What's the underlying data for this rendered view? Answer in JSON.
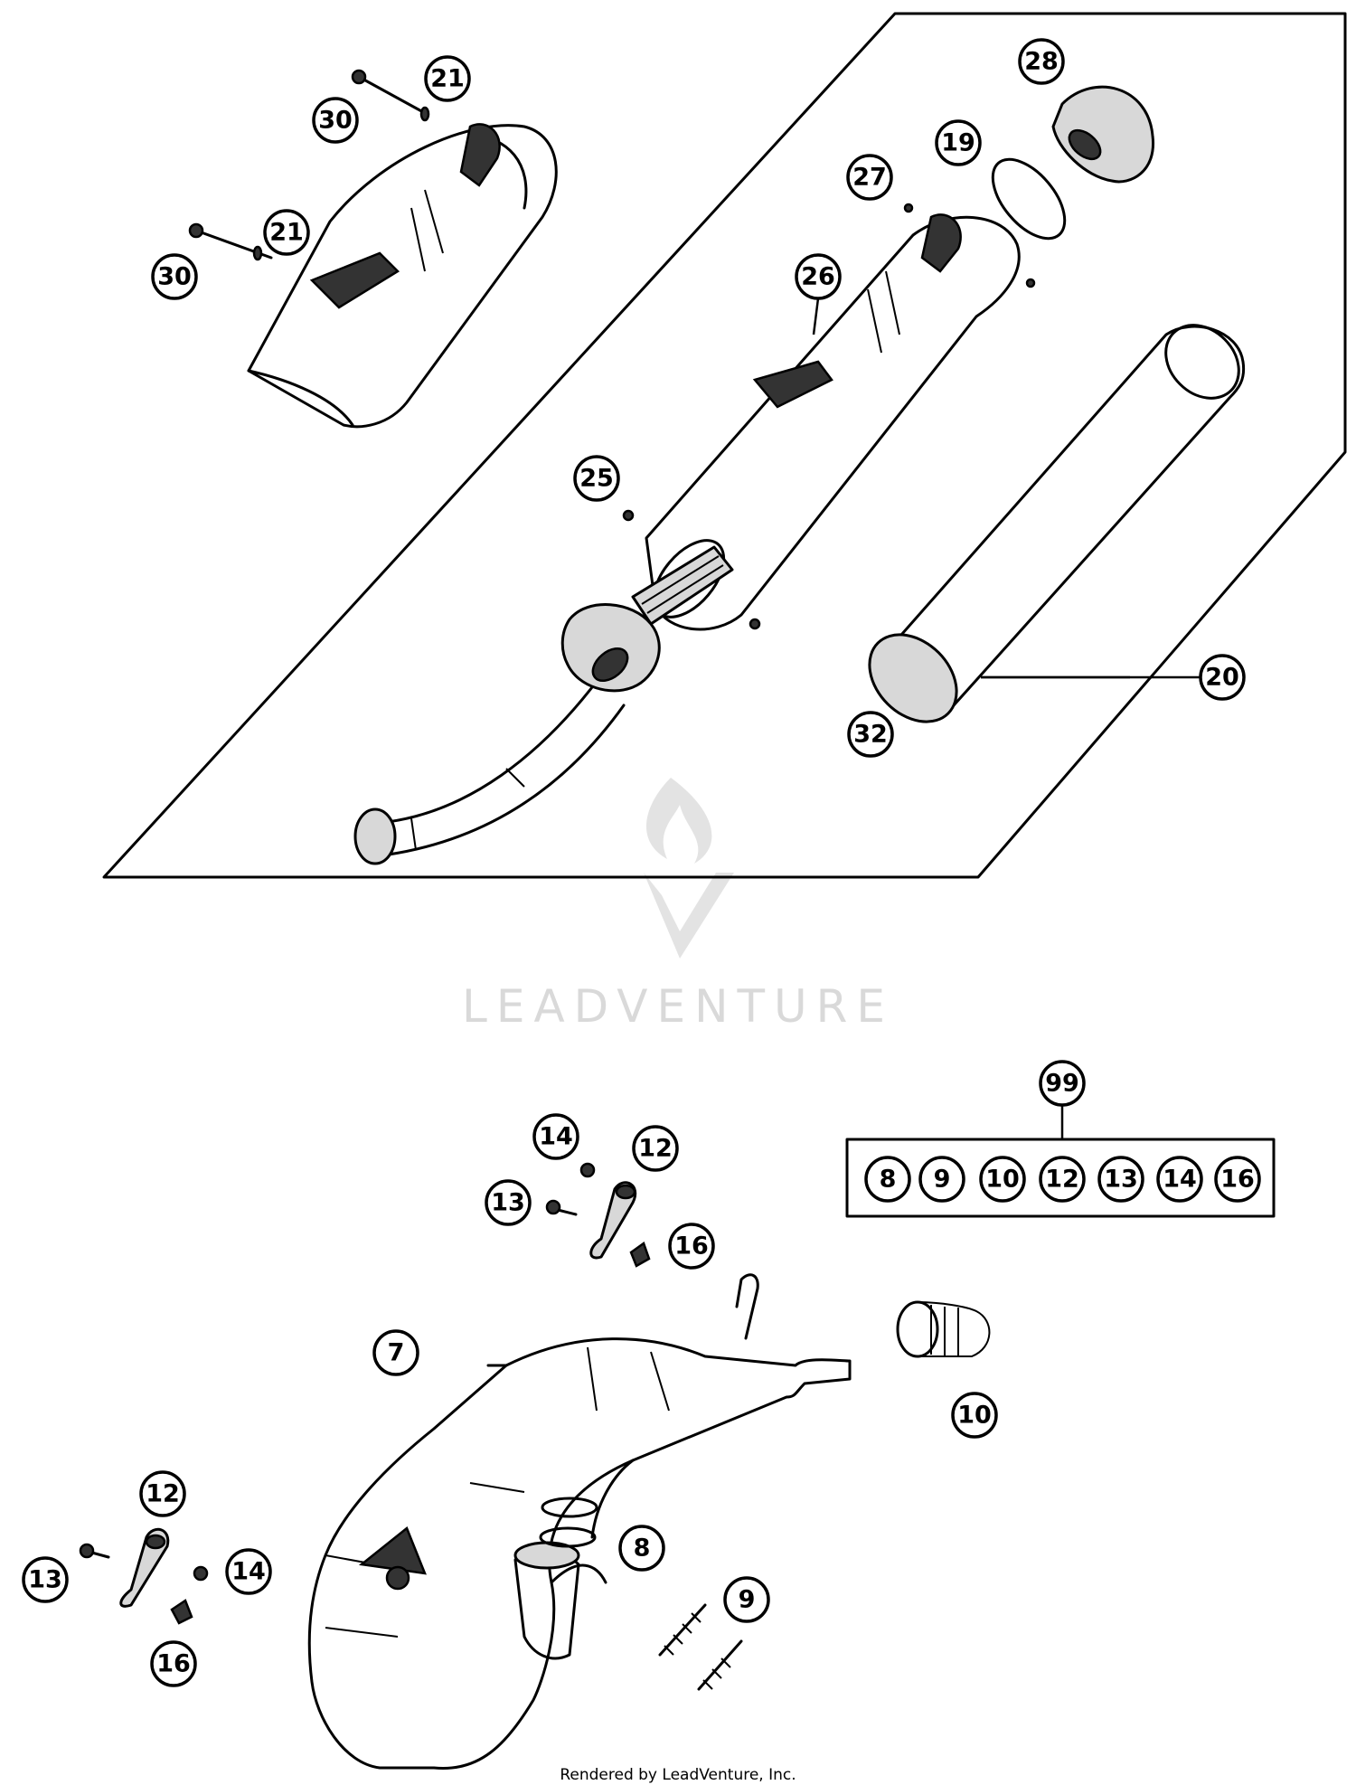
{
  "watermark": {
    "brand": "LEADVENTURE"
  },
  "footer": {
    "text": "Rendered by LeadVenture, Inc."
  },
  "callouts": {
    "c21a": "21",
    "c30a": "30",
    "c21b": "21",
    "c30b": "30",
    "c28": "28",
    "c19": "19",
    "c27": "27",
    "c26": "26",
    "c25": "25",
    "c20": "20",
    "c32": "32",
    "c99": "99",
    "c14a": "14",
    "c12a": "12",
    "c13a": "13",
    "c16a": "16",
    "c7": "7",
    "c10": "10",
    "c8": "8",
    "c9": "9",
    "c12b": "12",
    "c13b": "13",
    "c14b": "14",
    "c16b": "16"
  },
  "kit": {
    "items": [
      "8",
      "9",
      "10",
      "12",
      "13",
      "14",
      "16"
    ]
  }
}
